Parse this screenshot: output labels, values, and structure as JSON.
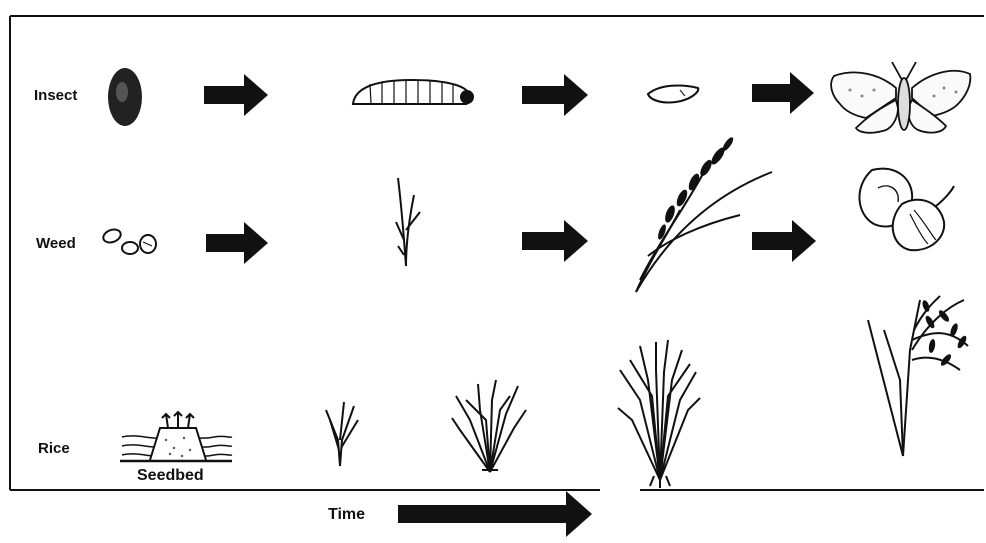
{
  "rows": {
    "insect": {
      "label": "Insect"
    },
    "weed": {
      "label": "Weed"
    },
    "rice": {
      "label": "Rice",
      "seedbed_label": "Seedbed"
    }
  },
  "time_label": "Time",
  "colors": {
    "ink": "#111111",
    "background": "#ffffff"
  },
  "icons": {
    "insect": [
      "egg-icon",
      "larva-icon",
      "pupa-icon",
      "moth-icon"
    ],
    "weed": [
      "weed-seeds-icon",
      "weed-seedling-icon",
      "weed-flowering-icon",
      "weed-seed-pods-icon"
    ],
    "rice": [
      "seedbed-icon",
      "rice-seedling-icon",
      "rice-tillering-icon",
      "rice-mature-tiller-icon",
      "rice-panicle-icon"
    ]
  }
}
